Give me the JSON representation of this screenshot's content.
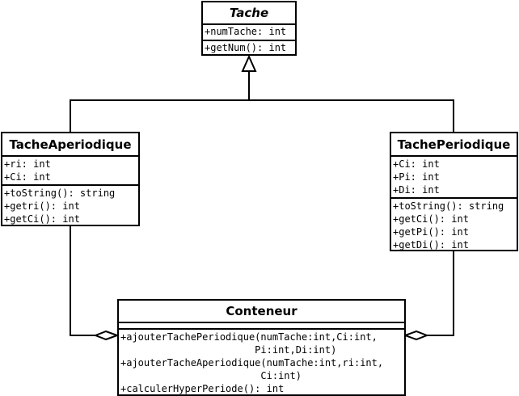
{
  "classes": {
    "tache": {
      "name": "Tache",
      "attributes": [
        "+numTache: int"
      ],
      "methods": [
        "+getNum(): int"
      ]
    },
    "tache_aperiodique": {
      "name": "TacheAperiodique",
      "attributes": [
        "+ri: int",
        "+Ci: int"
      ],
      "methods": [
        "+toString(): string",
        "+getri(): int",
        "+getCi(): int"
      ]
    },
    "tache_periodique": {
      "name": "TachePeriodique",
      "attributes": [
        "+Ci: int",
        "+Pi: int",
        "+Di: int"
      ],
      "methods": [
        "+toString(): string",
        "+getCi(): int",
        "+getPi(): int",
        "+getDi(): int"
      ]
    },
    "conteneur": {
      "name": "Conteneur",
      "attributes": [],
      "methods": [
        "+ajouterTachePeriodique(numTache:int,Ci:int,",
        "                       Pi:int,Di:int)",
        "+ajouterTacheAperiodique(numTache:int,ri:int,",
        "                        Ci:int)",
        "+calculerHyperPeriode(): int"
      ]
    }
  },
  "relations": [
    {
      "type": "generalization",
      "from": "tache_aperiodique",
      "to": "tache"
    },
    {
      "type": "generalization",
      "from": "tache_periodique",
      "to": "tache"
    },
    {
      "type": "aggregation",
      "whole": "conteneur",
      "part": "tache_aperiodique"
    },
    {
      "type": "aggregation",
      "whole": "conteneur",
      "part": "tache_periodique"
    }
  ]
}
